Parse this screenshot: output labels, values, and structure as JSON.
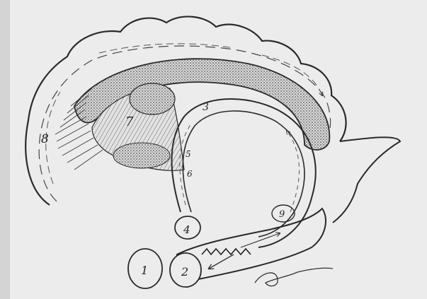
{
  "diagram": {
    "labels": {
      "n1": "1",
      "n2": "2",
      "n3": "3",
      "n4": "4",
      "n5": "5",
      "n6": "6",
      "n7": "7",
      "n8": "8",
      "n9": "9"
    },
    "colors": {
      "background": "#ffffff",
      "paper": "#ececec",
      "ink": "#2a2a2a",
      "stipple": "#6e6e6e"
    }
  }
}
